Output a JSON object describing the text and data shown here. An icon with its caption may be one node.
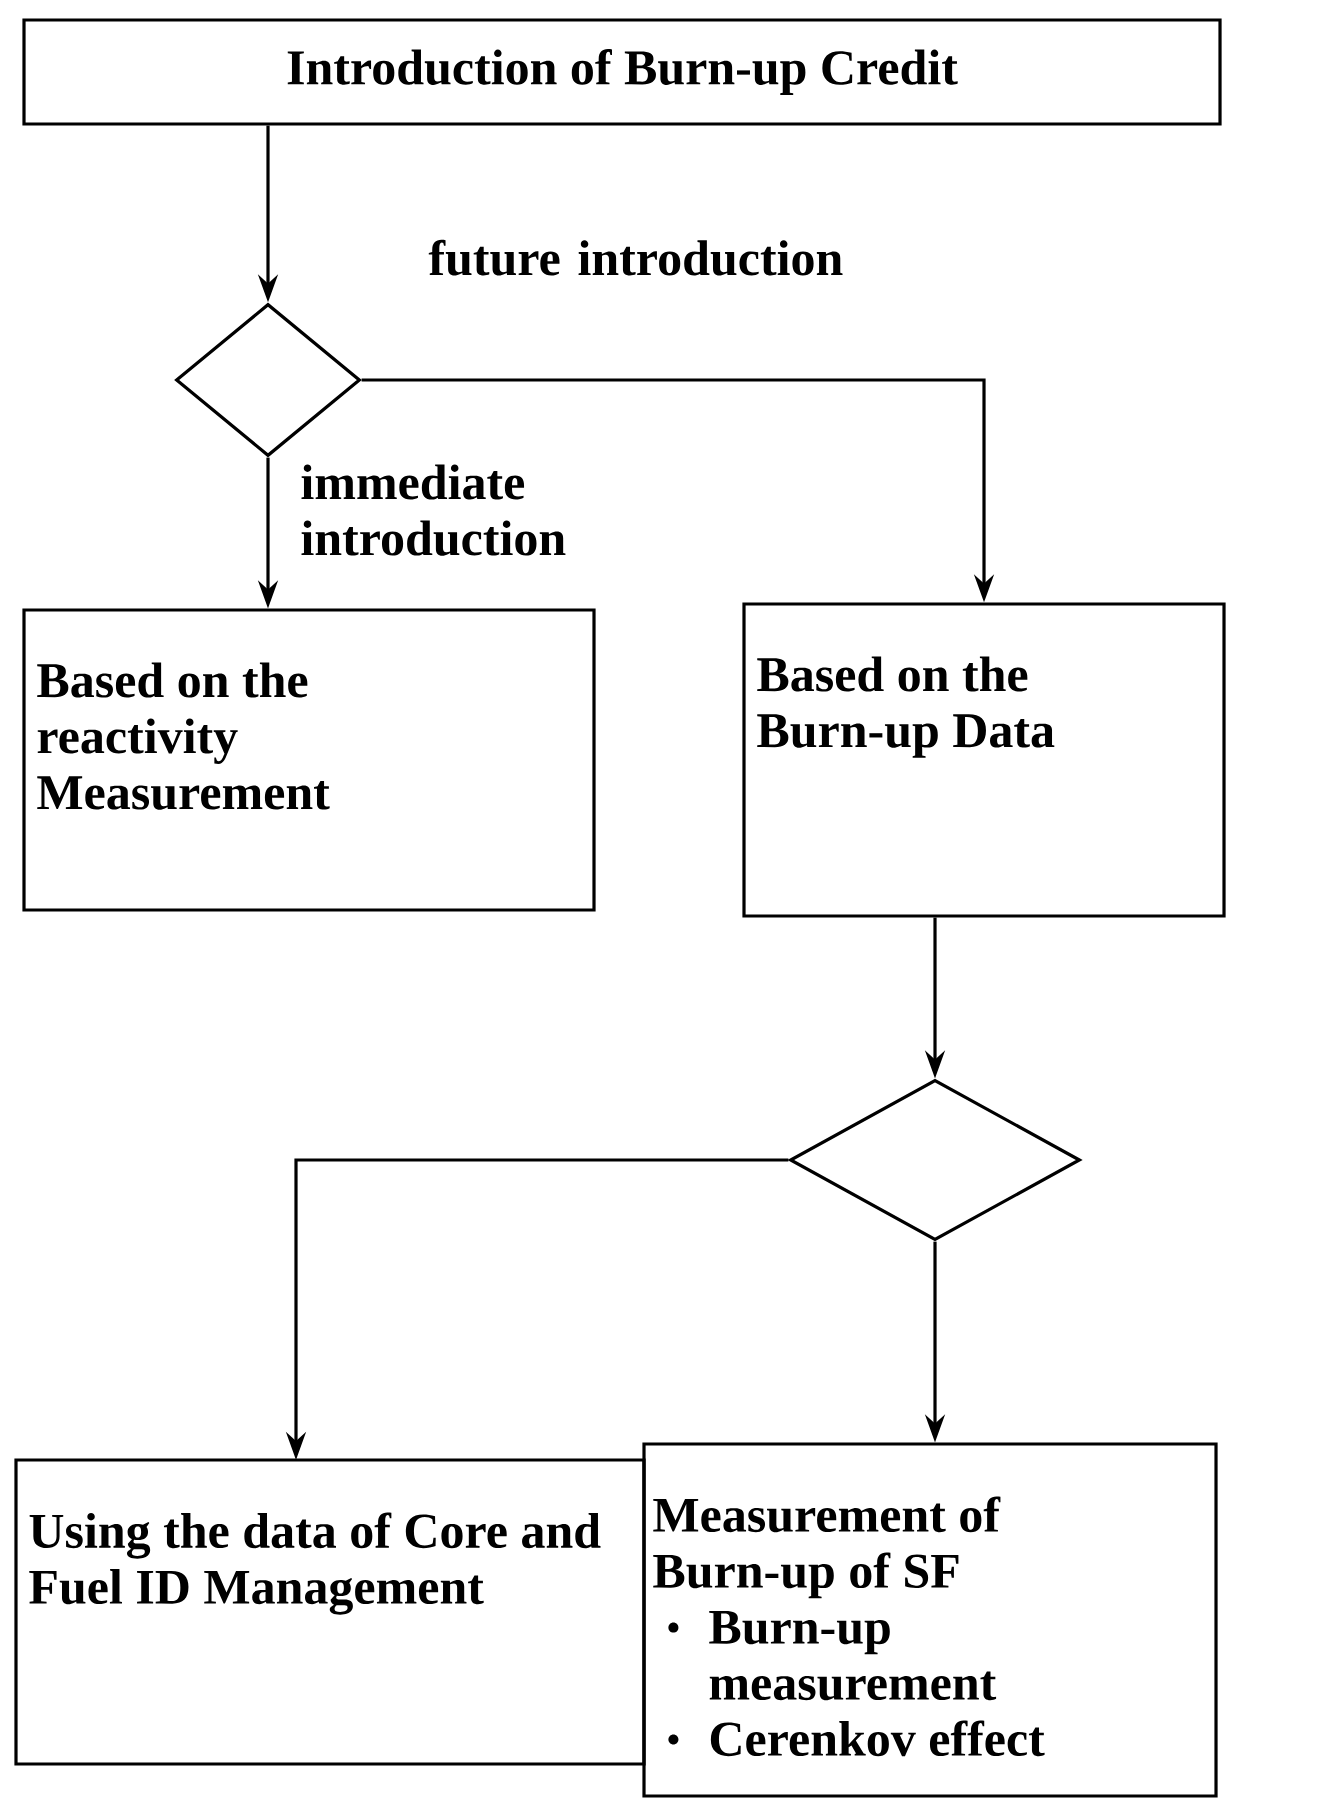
{
  "diagram": {
    "nodes": [
      {
        "text": [
          "Introduction of Burn-up Credit"
        ]
      },
      {
        "text": [],
        "shape": "diamond"
      },
      {
        "text": [
          "Based on the reactivity Measurement"
        ]
      },
      {
        "text": [
          "Based on the Burn-up Data"
        ]
      },
      {
        "text": [],
        "shape": "diamond"
      },
      {
        "text": [
          "Using the data of Core and Fuel ID Management"
        ]
      },
      {
        "text": [
          "Measurement of Burn-up of SF",
          "Burn-up measurement",
          "Cerenkov effect"
        ]
      }
    ],
    "edges": [
      {
        "from": 0,
        "to": 1,
        "arrow": "to"
      },
      {
        "from": 1,
        "to": 2,
        "arrow": "to",
        "label": "immediate introduction"
      },
      {
        "from": 1,
        "to": 3,
        "arrow": "to",
        "label": "future introduction"
      },
      {
        "from": 3,
        "to": 4,
        "arrow": "to"
      },
      {
        "from": 4,
        "to": 5,
        "arrow": "to"
      },
      {
        "from": 4,
        "to": 6,
        "arrow": "to"
      }
    ]
  }
}
